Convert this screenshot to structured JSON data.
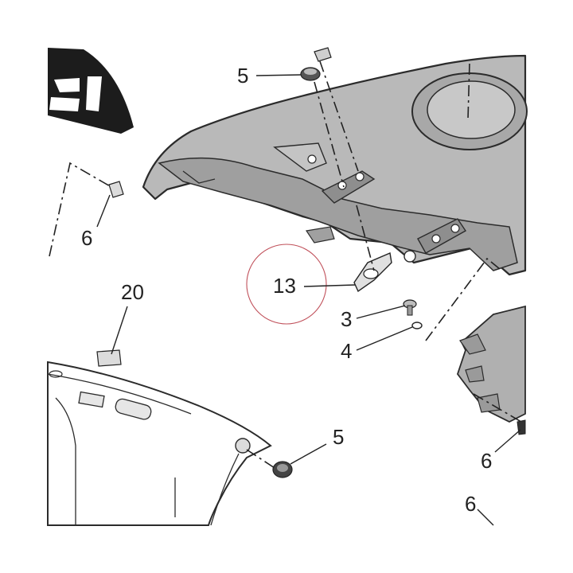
{
  "callouts": [
    {
      "id": "c5a",
      "label": "5"
    },
    {
      "id": "c6a",
      "label": "6"
    },
    {
      "id": "c13",
      "label": "13"
    },
    {
      "id": "c3",
      "label": "3"
    },
    {
      "id": "c4",
      "label": "4"
    },
    {
      "id": "c20",
      "label": "20"
    },
    {
      "id": "c5b",
      "label": "5"
    },
    {
      "id": "c6b",
      "label": "6"
    },
    {
      "id": "c6c",
      "label": "6"
    }
  ],
  "colors": {
    "part_fill": "#b9b9b9",
    "part_dark": "#8e8e8e",
    "decal": "#1c1c1c",
    "highlight_circle": "#c0505a"
  },
  "highlighted_part": "13"
}
